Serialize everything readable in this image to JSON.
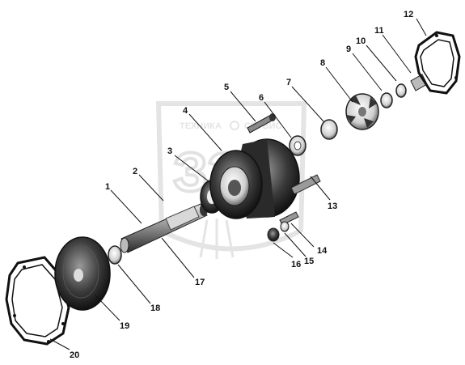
{
  "watermark": {
    "brand_left": "ТЕХНИКА",
    "brand_right": "СЕРВИС",
    "emblem_letters": "ЗЭП",
    "kind": "shield-watermark"
  },
  "callouts": {
    "c1": "1",
    "c2": "2",
    "c3": "3",
    "c4": "4",
    "c5": "5",
    "c6": "6",
    "c7": "7",
    "c8": "8",
    "c9": "9",
    "c10": "10",
    "c11": "11",
    "c12": "12",
    "c13": "13",
    "c14": "14",
    "c15": "15",
    "c16": "16",
    "c17": "17",
    "c18": "18",
    "c19": "19",
    "c20": "20"
  },
  "colors": {
    "part_dark": "#1a1a1a",
    "part_mid": "#6e6e6e",
    "part_light": "#c8c8c8",
    "watermark": "#d9d9d9"
  }
}
